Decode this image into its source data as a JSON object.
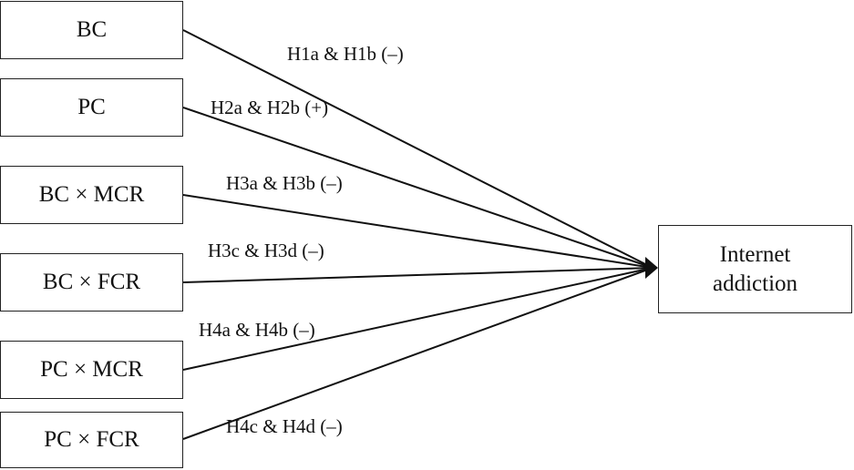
{
  "predictors": [
    {
      "id": "bc",
      "label": "BC"
    },
    {
      "id": "pc",
      "label": "PC"
    },
    {
      "id": "bc-mcr",
      "label": "BC × MCR"
    },
    {
      "id": "bc-fcr",
      "label": "BC × FCR"
    },
    {
      "id": "pc-mcr",
      "label": "PC × MCR"
    },
    {
      "id": "pc-fcr",
      "label": "PC × FCR"
    }
  ],
  "outcome": {
    "label_line1": "Internet",
    "label_line2": "addiction"
  },
  "hypotheses": [
    {
      "from": "bc",
      "label": "H1a & H1b (–)"
    },
    {
      "from": "pc",
      "label": "H2a & H2b (+)"
    },
    {
      "from": "bc-mcr",
      "label": "H3a & H3b (–)"
    },
    {
      "from": "bc-fcr",
      "label": "H3c & H3d (–)"
    },
    {
      "from": "pc-mcr",
      "label": "H4a & H4b (–)"
    },
    {
      "from": "pc-fcr",
      "label": "H4c & H4d (–)"
    }
  ],
  "colors": {
    "line": "#111111",
    "border": "#222222",
    "text": "#111111"
  }
}
